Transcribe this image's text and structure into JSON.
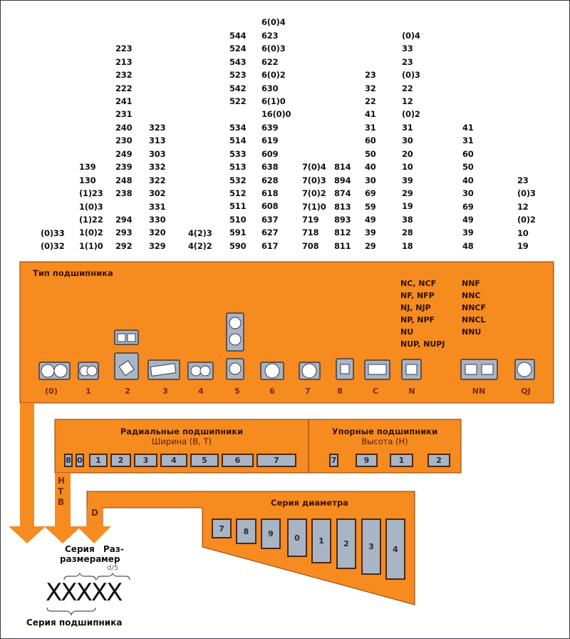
{
  "series_columns": [
    {
      "type": "(0)",
      "codes": [
        "(0)33",
        "(0)32"
      ]
    },
    {
      "type": "1",
      "codes": [
        "139",
        "130",
        "(1)23",
        "1(0)3",
        "(1)22",
        "1(0)2",
        "1(1)0"
      ]
    },
    {
      "type": "2",
      "codes": [
        "223",
        "213",
        "232",
        "222",
        "241",
        "231",
        "240",
        "230",
        "249",
        "239",
        "248",
        "238",
        "",
        "294",
        "293",
        "292"
      ]
    },
    {
      "type": "3",
      "codes": [
        "323",
        "313",
        "303",
        "332",
        "322",
        "302",
        "331",
        "330",
        "320",
        "329"
      ]
    },
    {
      "type": "4",
      "codes": [
        "4(2)3",
        "4(2)2"
      ]
    },
    {
      "type": "5",
      "codes": [
        "544",
        "524",
        "543",
        "523",
        "542",
        "522",
        "",
        "534",
        "514",
        "533",
        "513",
        "532",
        "512",
        "511",
        "510",
        "591",
        "590"
      ]
    },
    {
      "type": "6",
      "codes": [
        "6(0)4",
        "623",
        "6(0)3",
        "622",
        "6(0)2",
        "630",
        "6(1)0",
        "16(0)0",
        "639",
        "619",
        "609",
        "638",
        "628",
        "618",
        "608",
        "637",
        "627",
        "617"
      ]
    },
    {
      "type": "7",
      "codes": [
        "7(0)4",
        "7(0)3",
        "7(0)2",
        "7(1)0",
        "719",
        "718",
        "708"
      ]
    },
    {
      "type": "8",
      "codes": [
        "814",
        "894",
        "874",
        "813",
        "893",
        "812",
        "811"
      ]
    },
    {
      "type": "C",
      "codes": [
        "23",
        "32",
        "22",
        "41",
        "31",
        "60",
        "50",
        "40",
        "30",
        "69",
        "59",
        "49",
        "39",
        "29"
      ]
    },
    {
      "type": "N",
      "codes": [
        "(0)4",
        "33",
        "23",
        "(0)3",
        "22",
        "12",
        "(0)2",
        "31",
        "30",
        "20",
        "10",
        "39",
        "29",
        "19",
        "38",
        "28",
        "18"
      ]
    },
    {
      "type": "NN",
      "codes": [
        "41",
        "31",
        "60",
        "50",
        "40",
        "30",
        "69",
        "49",
        "39",
        "48"
      ]
    },
    {
      "type": "QJ",
      "codes": [
        "23",
        "(0)3",
        "12",
        "(0)2",
        "10",
        "19"
      ]
    }
  ],
  "bearing_type": {
    "title": "Тип подшипника",
    "types": [
      "(0)",
      "1",
      "2",
      "3",
      "4",
      "5",
      "6",
      "7",
      "8",
      "C",
      "N",
      "NN",
      "QJ"
    ],
    "n_variants": [
      "NC, NCF",
      "NF, NFP",
      "NJ, NJP",
      "NP, NPF",
      "NU",
      "NUP, NUPJ"
    ],
    "nn_variants": [
      "NNF",
      "NNC",
      "NNCF",
      "NNCL",
      "NNU"
    ]
  },
  "radial": {
    "title": "Радиальные подшипники",
    "subtitle": "Ширина (B, T)",
    "width_series": [
      "8",
      "0",
      "1",
      "2",
      "3",
      "4",
      "5",
      "6",
      "7"
    ]
  },
  "thrust": {
    "title": "Упорные подшипники",
    "subtitle": "Высота (H)",
    "height_series": [
      "7",
      "9",
      "1",
      "2"
    ]
  },
  "diameter": {
    "title": "Серия диаметра",
    "series": [
      "7",
      "8",
      "9",
      "0",
      "1",
      "2",
      "3",
      "4"
    ]
  },
  "arrow_labels": {
    "h": "H",
    "t": "T",
    "b": "B",
    "d": "D"
  },
  "legend": {
    "size_series_1": "Серия",
    "size_series_2": "размера",
    "size_1": "Раз-",
    "size_2": "мер",
    "d5": "d/5",
    "code": "XXXXX",
    "bearing_series": "Серия подшипника"
  },
  "colors": {
    "orange": "#f68b1f",
    "box_fill": "#a9b4c4",
    "outline": "#4a2a18"
  }
}
